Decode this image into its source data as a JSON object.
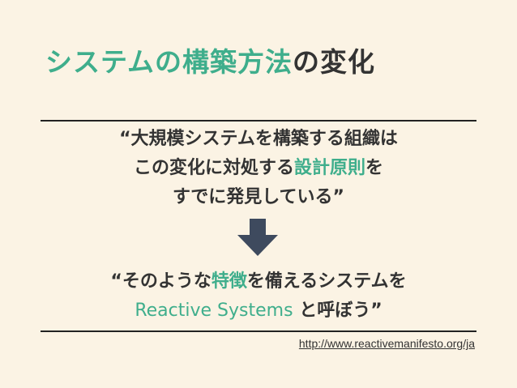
{
  "title": {
    "part1": "システムの構築方法",
    "part2": "の変化"
  },
  "quote1": {
    "line1": "“大規模システムを構築する組織は",
    "line2_pre": "この変化に対処する",
    "line2_hl": "設計原則",
    "line2_post": "を",
    "line3": "すでに発見している”"
  },
  "arrow": {
    "icon": "down-arrow-icon",
    "color": "#3E4A5E"
  },
  "quote2": {
    "line1_pre": "“そのような",
    "line1_hl": "特徴",
    "line1_post": "を備えるシステムを",
    "line2_hl": "Reactive Systems",
    "line2_post": " と呼ぼう”"
  },
  "url": "http://www.reactivemanifesto.org/ja",
  "colors": {
    "accent": "#3FAE8C",
    "text": "#333333",
    "background": "#FBF3E4"
  }
}
